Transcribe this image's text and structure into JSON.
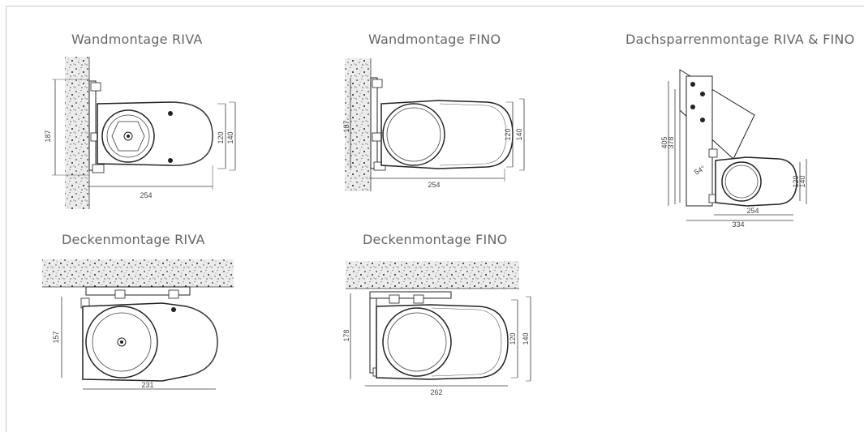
{
  "titles": {
    "wall_riva": "Wandmontage RIVA",
    "wall_fino": "Wandmontage FINO",
    "rafter": "Dachsparrenmontage RIVA & FINO",
    "ceiling_riva": "Deckenmontage RIVA",
    "ceiling_fino": "Deckenmontage FINO"
  },
  "dims": {
    "wall_riva": {
      "height": "187",
      "width": "254",
      "inner_h": "120",
      "outer_h": "140"
    },
    "wall_fino": {
      "height": "187",
      "width": "254",
      "inner_h": "120",
      "outer_h": "140"
    },
    "rafter": {
      "h1": "405",
      "h2": "378",
      "angle": "54°",
      "width1": "254",
      "width2": "334",
      "inner_h": "120",
      "outer_h": "140"
    },
    "ceiling_riva": {
      "height": "157",
      "width": "231"
    },
    "ceiling_fino": {
      "height": "178",
      "width": "262",
      "inner_h": "120",
      "outer_h": "140"
    }
  },
  "colors": {
    "line": "#222222",
    "title": "#666666",
    "concrete": "#e8e8e8"
  }
}
